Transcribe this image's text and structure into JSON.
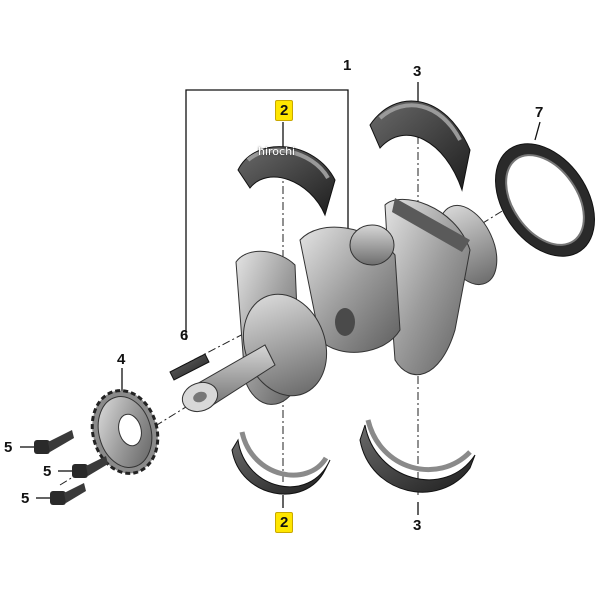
{
  "diagram": {
    "watermark": "hirochi",
    "callouts": {
      "crankshaft": "1",
      "bearing_upper": "2",
      "bearing_lower": "2",
      "main_bearing_upper": "3",
      "main_bearing_lower": "3",
      "sprocket": "4",
      "bolt_top": "5",
      "bolt_mid": "5",
      "bolt_bottom": "5",
      "dowel_pin": "6",
      "shaft_seal": "7"
    },
    "colors": {
      "highlight": "#ffe600",
      "part_metal": "#9a9a9a",
      "part_dark": "#3a3a3a",
      "line": "#111111"
    }
  }
}
